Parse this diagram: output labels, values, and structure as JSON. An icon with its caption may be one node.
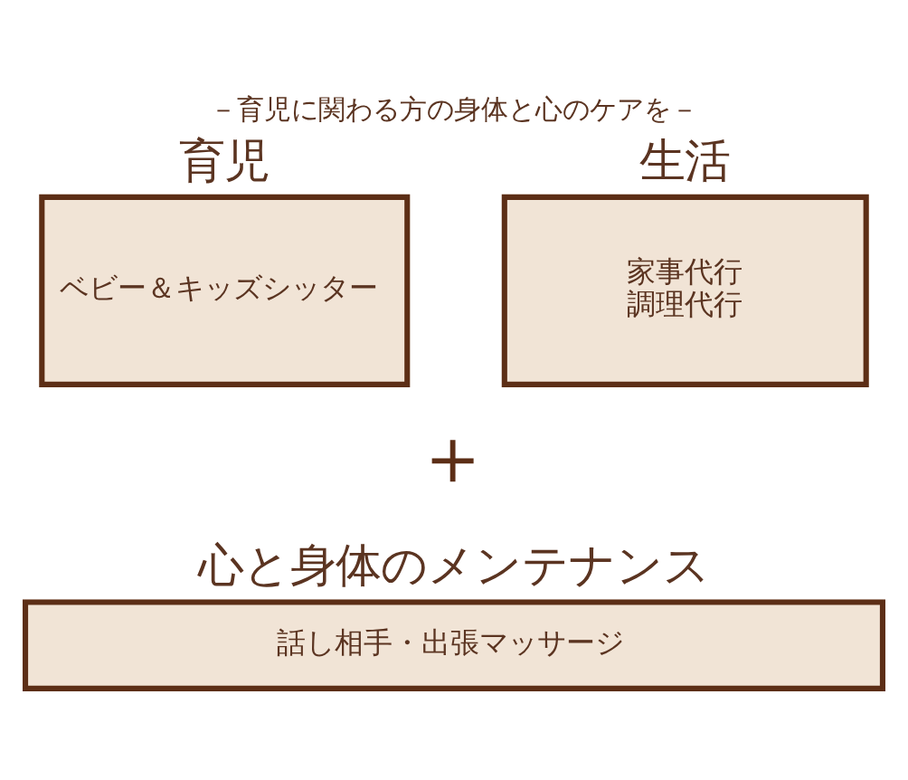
{
  "diagram": {
    "title": "－育児に関わる方の身体と心のケアを－",
    "nodes": [
      {
        "text": [
          "育児",
          "ベビー＆キッズシッター"
        ]
      },
      {
        "text": [
          "生活",
          "家事代行",
          "調理代行"
        ]
      },
      {
        "text": [
          "心と身体のメンテナンス",
          "話し相手・出張マッサージ"
        ]
      }
    ],
    "labels": [
      "＋"
    ]
  }
}
